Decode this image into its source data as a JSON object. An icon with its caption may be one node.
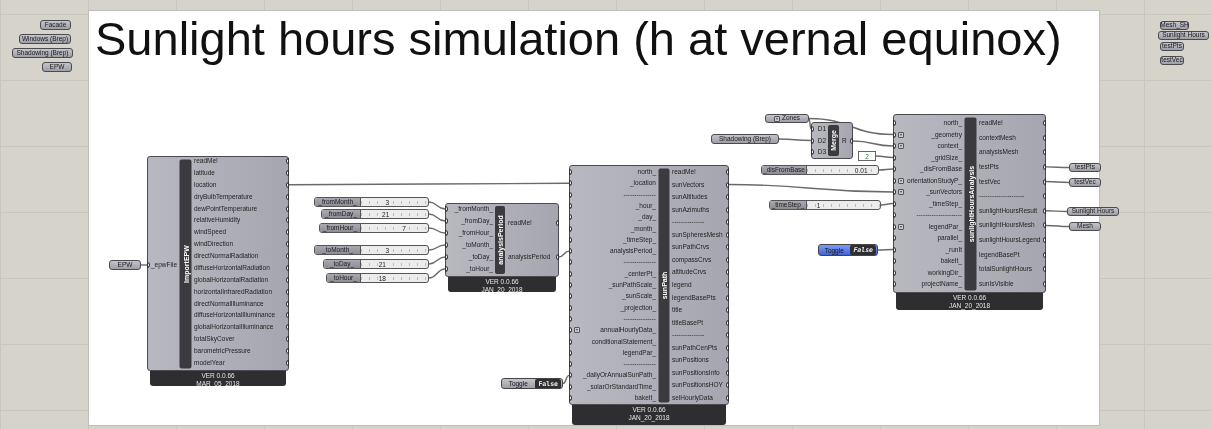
{
  "diagram": {
    "nodes": [
      {
        "text": [
          "Facade"
        ]
      },
      {
        "text": [
          "Windows (Brep)"
        ]
      },
      {
        "text": [
          "Shadowing (Brep)"
        ]
      },
      {
        "text": [
          "EPW"
        ]
      },
      {
        "text": [
          "Sunlight hours simulation (h at vernal equinox)"
        ]
      },
      {
        "text": [
          "EPW"
        ],
        "in": 4
      },
      {
        "text": [
          "_epwFile",
          "ImportEPW",
          "readMe!",
          "latitude",
          "location",
          "dryBulbTemperature",
          "dewPointTemperature",
          "relativeHumidity",
          "windSpeed",
          "windDirection",
          "directNormalRadiation",
          "diffuseHorizontalRadiation",
          "globalHorizontalRadiation",
          "horizontalInfraredRadiation",
          "directNormalIlluminance",
          "diffuseHorizontalIlluminance",
          "globalHorizontalIlluminance",
          "totalSkyCover",
          "barometricPressure",
          "modelYear",
          "VER 0.0.66 MAR_05_2018"
        ],
        "in": 4
      },
      {
        "text": [
          "_fromMonth_",
          "3"
        ],
        "in": 4
      },
      {
        "text": [
          "_fromDay_",
          "21"
        ],
        "in": 4
      },
      {
        "text": [
          "_fromHour_",
          "7"
        ],
        "in": 4
      },
      {
        "text": [
          "_toMonth_",
          "3"
        ],
        "in": 4
      },
      {
        "text": [
          "_toDay_",
          "21"
        ],
        "in": 4
      },
      {
        "text": [
          "_toHour_",
          "18"
        ],
        "in": 4
      },
      {
        "text": [
          "_fromMonth_",
          "_fromDay_",
          "_fromHour_",
          "_toMonth_",
          "_toDay_",
          "_toHour_",
          "analysisPeriod",
          "readMe!",
          "analysisPeriod",
          "VER 0.0.66 JAN_20_2018"
        ],
        "in": 4
      },
      {
        "text": [
          "Toggle",
          "False"
        ],
        "in": 4
      },
      {
        "text": [
          "north_",
          "_location",
          "---------------",
          "_hour_",
          "_day_",
          "_month_",
          "_timeStep_",
          "analysisPeriod_",
          "---------------",
          "_centerPt_",
          "_sunPathScale_",
          "_sunScale_",
          "_projection_",
          "---------------",
          "annualHourlyData_",
          "conditionalStatement_",
          "legendPar_",
          "---------------",
          "_dailyOrAnnualSunPath_",
          "_solarOrStandardTime_",
          "bakeIt_",
          "sunPath",
          "readMe!",
          "sunVectors",
          "sunAltitudes",
          "sunAzimuths",
          "---------------",
          "sunSpheresMesh",
          "sunPathCrvs",
          "compassCrvs",
          "altitudeCrvs",
          "legend",
          "legendBasePts",
          "title",
          "titleBasePt",
          "---------------",
          "sunPathCenPts",
          "sunPositions",
          "sunPositionsInfo",
          "sunPositionsHOY",
          "selHourlyData",
          "VER 0.0.66 JAN_20_2018"
        ],
        "in": 4
      },
      {
        "text": [
          "Zones"
        ],
        "in": 4
      },
      {
        "text": [
          "Shadowing (Brep)"
        ],
        "in": 4
      },
      {
        "text": [
          "D1",
          "D2",
          "D3",
          "Merge",
          "R"
        ],
        "in": 4
      },
      {
        "text": [
          "2"
        ],
        "in": 4
      },
      {
        "text": [
          "_disFromBase",
          "0.01"
        ],
        "in": 4
      },
      {
        "text": [
          "_timeStep_",
          "1"
        ],
        "in": 4
      },
      {
        "text": [
          "Toggle",
          "False"
        ],
        "in": 4
      },
      {
        "text": [
          "north_",
          "_geometry",
          "context_",
          "_gridSize_",
          "_disFromBase",
          "orientationStudyP_",
          "_sunVectors",
          "_timeStep_",
          "---------------------",
          "legendPar_",
          "parallel_",
          "_runIt",
          "bakeIt_",
          "workingDir_",
          "projectName_",
          "sunlightHoursAnalysis",
          "readMe!",
          "contextMesh",
          "analysisMesh",
          "testPts",
          "testVec",
          "---------------------",
          "sunlightHoursResult",
          "sunlightHoursMesh",
          "sunlightHoursLegend",
          "legendBasePt",
          "totalSunlightHours",
          "sunIsVisible",
          "VER 0.0.66 JAN_20_2018"
        ],
        "in": 4
      },
      {
        "text": [
          "testPts"
        ],
        "in": 4
      },
      {
        "text": [
          "testVec"
        ],
        "in": 4
      },
      {
        "text": [
          "Sunlight Hours"
        ],
        "in": 4
      },
      {
        "text": [
          "Mesh"
        ],
        "in": 4
      },
      {
        "text": [
          "Mesh_SH"
        ]
      },
      {
        "text": [
          "Sunlight Hours"
        ]
      },
      {
        "text": [
          "testPts"
        ]
      },
      {
        "text": [
          "testVec"
        ]
      }
    ],
    "edges": [
      {
        "from": 5,
        "to": 6,
        "arrow": "none"
      },
      {
        "from": 6,
        "to": 15,
        "arrow": "none"
      },
      {
        "from": 7,
        "to": 13,
        "arrow": "none"
      },
      {
        "from": 8,
        "to": 13,
        "arrow": "none"
      },
      {
        "from": 9,
        "to": 13,
        "arrow": "none"
      },
      {
        "from": 10,
        "to": 13,
        "arrow": "none"
      },
      {
        "from": 11,
        "to": 13,
        "arrow": "none"
      },
      {
        "from": 12,
        "to": 13,
        "arrow": "none"
      },
      {
        "from": 13,
        "to": 15,
        "arrow": "none"
      },
      {
        "from": 14,
        "to": 15,
        "arrow": "none"
      },
      {
        "from": 16,
        "to": 18,
        "arrow": "none"
      },
      {
        "from": 16,
        "to": 23,
        "arrow": "none"
      },
      {
        "from": 17,
        "to": 18,
        "arrow": "none"
      },
      {
        "from": 18,
        "to": 23,
        "arrow": "none"
      },
      {
        "from": 19,
        "to": 23,
        "arrow": "none"
      },
      {
        "from": 20,
        "to": 23,
        "arrow": "none"
      },
      {
        "from": 15,
        "to": 23,
        "arrow": "none"
      },
      {
        "from": 21,
        "to": 23,
        "arrow": "none"
      },
      {
        "from": 22,
        "to": 23,
        "arrow": "none"
      },
      {
        "from": 23,
        "to": 24,
        "arrow": "none"
      },
      {
        "from": 23,
        "to": 25,
        "arrow": "none"
      },
      {
        "from": 23,
        "to": 26,
        "arrow": "none"
      },
      {
        "from": 23,
        "to": 27,
        "arrow": "none"
      }
    ]
  }
}
